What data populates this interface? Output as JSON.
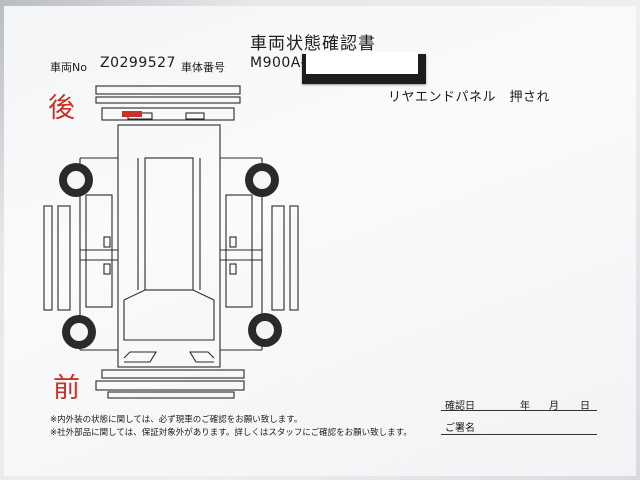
{
  "document": {
    "title": "車両状態確認書",
    "car_no_label": "車両No",
    "car_no_value": "Z0299527",
    "chassis_label": "車体番号",
    "chassis_value": "M900A-",
    "handwritten_note": "リヤエンドパネル　押され",
    "rear_mark": "後",
    "front_mark": "前",
    "disclaimer_1": "※内外装の状態に関しては、必ず現車のご確認をお願い致します。",
    "disclaimer_2": "※社外部品に関しては、保証対象外があります。詳しくはスタッフにご確認をお願い致します。",
    "confirm_date_label": "確認日",
    "year_label": "年",
    "month_label": "月",
    "day_label": "日",
    "signature_label": "ご署名"
  },
  "colors": {
    "accent_red": "#c8322b",
    "ink": "#1c1c1c",
    "redaction": "#1d1d1d"
  },
  "icons": {
    "vehicle_diagram": "car-body-diagram",
    "damage_marker": "red-damage-mark"
  }
}
